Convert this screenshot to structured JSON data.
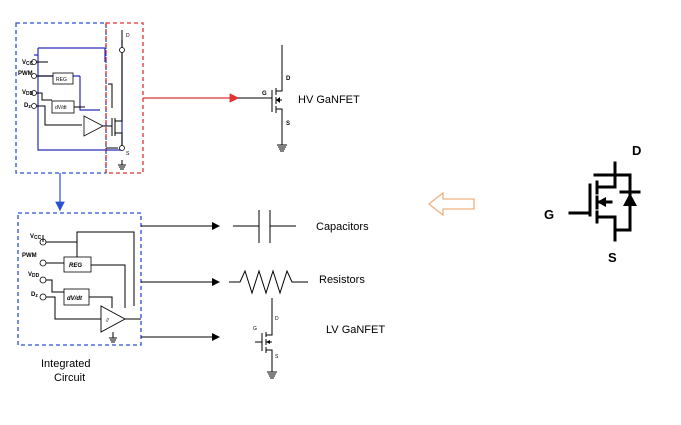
{
  "labels": {
    "vcc": "V",
    "vcc_sub": "CC",
    "pwm": "PWM",
    "vdd": "V",
    "vdd_sub": "DD",
    "dz": "D",
    "dz_sub": "z",
    "reg": "REG",
    "dvdt": "dV/dt",
    "d": "D",
    "s": "S",
    "g": "G",
    "hv_gan": "HV GaNFET",
    "capacitors": "Capacitors",
    "resistors": "Resistors",
    "lv_gan": "LV GaNFET",
    "integrated_line1": "Integrated",
    "integrated_line2": "Circuit",
    "big_d": "D",
    "big_g": "G",
    "big_s": "S"
  },
  "colors": {
    "blue_box": "#2b4fd6",
    "red_box": "#e23232",
    "wire_blue": "#2a2ab8",
    "orange_arrow": "#f0b080"
  }
}
